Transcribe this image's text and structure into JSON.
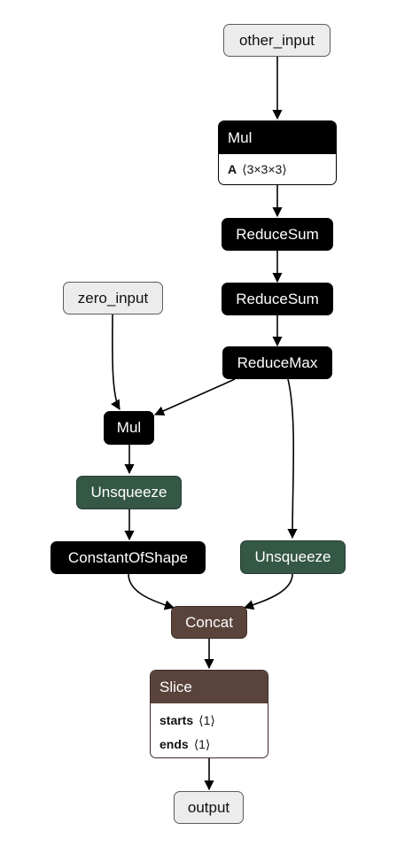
{
  "nodes": {
    "other_input": "other_input",
    "zero_input": "zero_input",
    "mul_top": {
      "title": "Mul",
      "attr_name": "A",
      "attr_value": "⟨3×3×3⟩"
    },
    "reducesum_1": "ReduceSum",
    "reducesum_2": "ReduceSum",
    "reducemax": "ReduceMax",
    "mul_small": "Mul",
    "unsqueeze_left": "Unsqueeze",
    "constantofshape": "ConstantOfShape",
    "unsqueeze_right": "Unsqueeze",
    "concat": "Concat",
    "slice": {
      "title": "Slice",
      "attrs": [
        {
          "name": "starts",
          "value": "⟨1⟩"
        },
        {
          "name": "ends",
          "value": "⟨1⟩"
        }
      ]
    },
    "output": "output"
  },
  "colors": {
    "op_black": "#000000",
    "io_fill": "#ececec",
    "unsqueeze_green": "#355746",
    "concat_brown": "#5a433b",
    "edge": "#000000"
  }
}
